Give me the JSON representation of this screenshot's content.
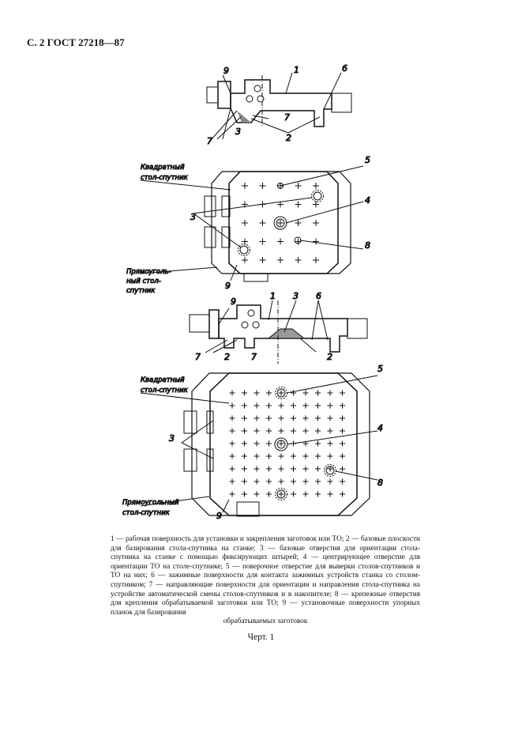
{
  "header": "С. 2 ГОСТ 27218—87",
  "labels": {
    "square": [
      "Квадратный",
      "стол-спутник"
    ],
    "rect_short": [
      "Прямоуголь-",
      "ный стол-",
      "спутник"
    ],
    "rect_full": [
      "Прямоугольный",
      "стол-спутник"
    ],
    "n1": "1",
    "n2": "2",
    "n3": "3",
    "n4": "4",
    "n5": "5",
    "n6": "6",
    "n7": "7",
    "n8": "8",
    "n9": "9"
  },
  "caption": {
    "text": "1 — рабочая поверхность для установки и закрепления заготовок или ТО; 2 — базовые плоскости для базирования стола-спутника на станке; 3 — базовые отверстия для ориентации стола-спутника на станке с помощью фиксирующих штырей; 4 — центрирующее отверстие для ориентации ТО на столе-спутнике; 5 — поверочное отверстие для выверки столов-спутников и ТО на них; 6 — зажимные поверхности для контакта зажимных устройств станка со столом-спутником; 7 — направляющие поверхности для ориентации и направления стола-спутника на устройстве автоматической смены столов-спутников и в накопителе; 8 — крепежные отверстия для крепления обрабатываемой заготовки или ТО; 9 — установочные поверхности упорных планок для базирования",
    "last_line": "обрабатываемых заготовок"
  },
  "figure_label": "Черт. 1"
}
